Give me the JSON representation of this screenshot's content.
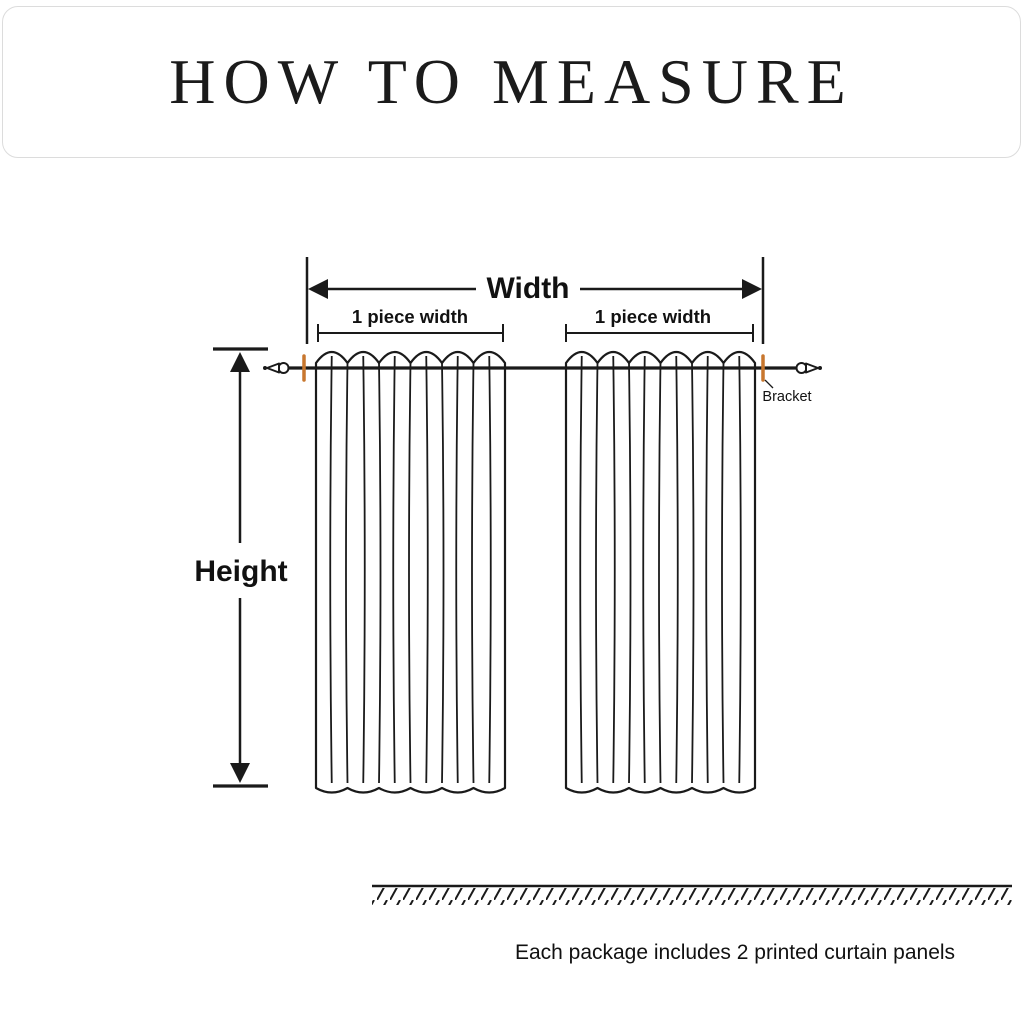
{
  "page": {
    "title": "HOW TO MEASURE",
    "caption": "Each package includes 2 printed curtain panels"
  },
  "diagram": {
    "width_label": "Width",
    "left_piece_label": "1 piece width",
    "right_piece_label": "1 piece width",
    "height_label": "Height",
    "bracket_label": "Bracket"
  },
  "colors": {
    "bracket_accent": "#c8772e",
    "line": "#1a1a1a"
  }
}
